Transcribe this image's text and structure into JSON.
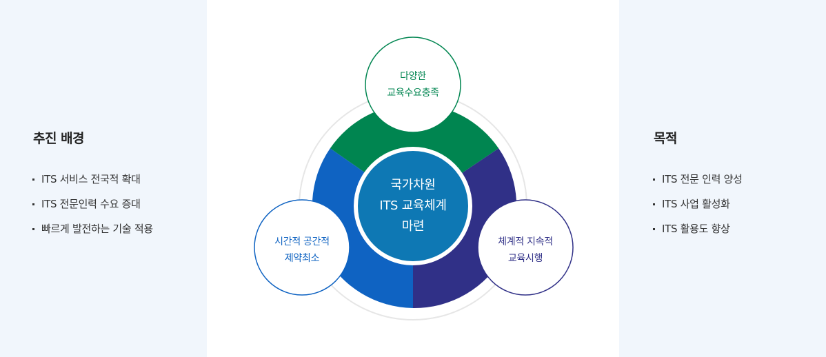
{
  "left_panel": {
    "title": "추진 배경",
    "items": [
      "ITS 서비스 전국적 확대",
      "ITS 전문인력 수요 증대",
      "빠르게 발전하는 기술 적용"
    ]
  },
  "right_panel": {
    "title": "목적",
    "items": [
      "ITS 전문 인력 양성",
      "ITS 사업 활성화",
      "ITS 활용도 향상"
    ]
  },
  "diagram": {
    "center": {
      "lines": [
        "국가차원",
        "ITS 교육체계",
        "마련"
      ]
    },
    "top_bubble": {
      "lines": [
        "다양한",
        "교육수요충족"
      ]
    },
    "left_bubble": {
      "lines": [
        "시간적 공간적",
        "제약최소"
      ]
    },
    "right_bubble": {
      "lines": [
        "체계적 지속적",
        "교육시행"
      ]
    }
  },
  "colors": {
    "green": "#008550",
    "blue": "#0f63c2",
    "navy": "#303087",
    "center": "#0e78b4",
    "side_panel_bg": "#f1f6fc"
  }
}
